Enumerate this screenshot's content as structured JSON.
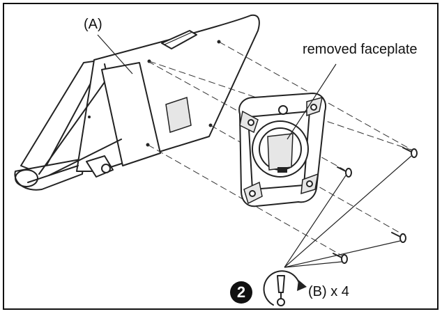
{
  "labels": {
    "part_a": "(A)",
    "faceplate": "removed faceplate",
    "part_b": "(B) x 4"
  },
  "step": {
    "number": "2"
  },
  "icons": [
    "screwdriver-rotate-icon",
    "screw-icon"
  ]
}
